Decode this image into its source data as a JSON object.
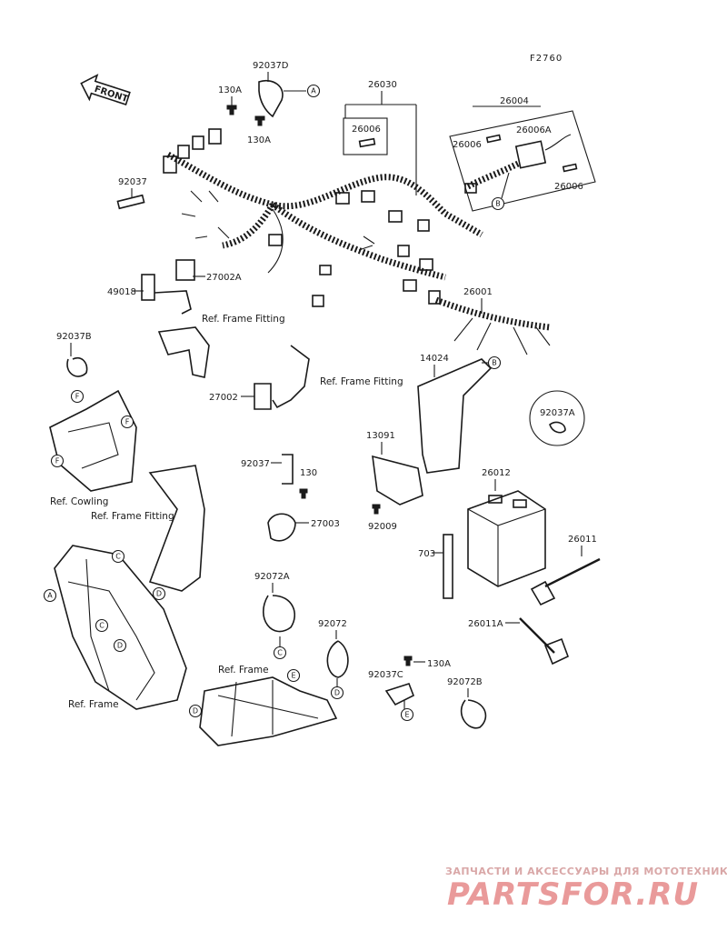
{
  "diagram_code": "F2760",
  "front_arrow": "FRONT",
  "labels": {
    "p92037D": "92037D",
    "p130A_1": "130A",
    "p130A_2": "130A",
    "p26030": "26030",
    "p26004": "26004",
    "p26006_box": "26006",
    "p26006A": "26006A",
    "p26006_l": "26006",
    "p26006_r": "26006",
    "p92037": "92037",
    "p27002A": "27002A",
    "p49018": "49018",
    "p26001": "26001",
    "p92037B": "92037B",
    "p14024": "14024",
    "p27002": "27002",
    "p92037A": "92037A",
    "p13091": "13091",
    "p26012": "26012",
    "p92037_2": "92037",
    "p130": "130",
    "p27003": "27003",
    "p92009": "92009",
    "p703": "703",
    "p26011": "26011",
    "p92072A": "92072A",
    "p92072": "92072",
    "p26011A": "26011A",
    "p130A_3": "130A",
    "p92037C": "92037C",
    "p92072B": "92072B"
  },
  "refs": {
    "frame_fitting_1": "Ref. Frame Fitting",
    "frame_fitting_2": "Ref. Frame Fitting",
    "frame_fitting_3": "Ref. Frame Fitting",
    "cowling": "Ref. Cowling",
    "frame_1": "Ref. Frame",
    "frame_2": "Ref. Frame"
  },
  "bubbles": {
    "A": "A",
    "B": "B",
    "C": "C",
    "D": "D",
    "E": "E",
    "F": "F"
  },
  "watermark": {
    "tagline": "ЗАПЧАСТИ И АКСЕССУАРЫ ДЛЯ МОТОТЕХНИКИ",
    "logo": "PARTSFOR.RU"
  }
}
